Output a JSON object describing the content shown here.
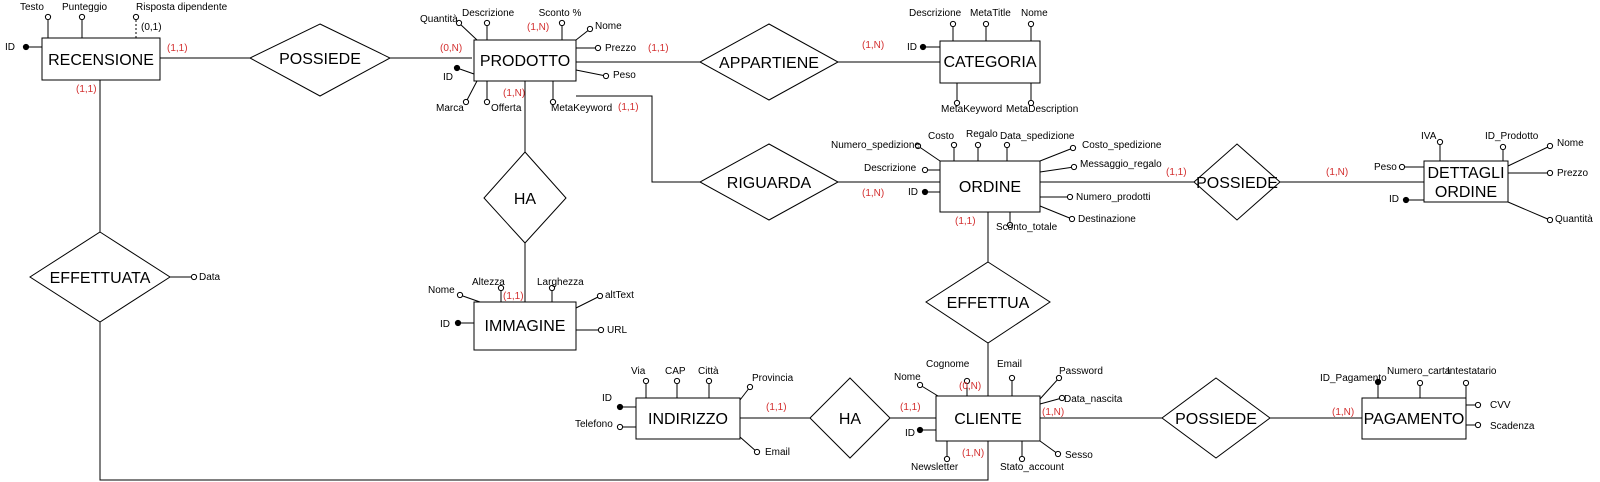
{
  "diagram": {
    "colors": {
      "cardinality": "#d32f2f",
      "line": "#000000"
    },
    "entities": {
      "recensione": "RECENSIONE",
      "prodotto": "PRODOTTO",
      "categoria": "CATEGORIA",
      "ordine": "ORDINE",
      "dettagli": [
        "DETTAGLI",
        "ORDINE"
      ],
      "immagine": "IMMAGINE",
      "indirizzo": "INDIRIZZO",
      "cliente": "CLIENTE",
      "pagamento": "PAGAMENTO"
    },
    "relationships": {
      "possiede_recensione": "POSSIEDE",
      "appartiene": "APPARTIENE",
      "riguarda": "RIGUARDA",
      "possiede_dettagli": "POSSIEDE",
      "ha_immagine": "HA",
      "effettuata": "EFFETTUATA",
      "effettua": "EFFETTUA",
      "ha_indirizzo": "HA",
      "possiede_pagamento": "POSSIEDE"
    },
    "attributes": {
      "recensione": {
        "id": "ID",
        "testo": "Testo",
        "punteggio": "Punteggio",
        "risposta": "Risposta dipendente",
        "risposta_card": "(0,1)"
      },
      "prodotto": {
        "quantita": "Quantità",
        "descrizione": "Descrizione",
        "sconto": "Sconto %",
        "nome": "Nome",
        "prezzo": "Prezzo",
        "peso": "Peso",
        "id": "ID",
        "marca": "Marca",
        "offerta": "Offerta",
        "metakeyword": "MetaKeyword"
      },
      "categoria": {
        "descrizione": "Descrizione",
        "metatitle": "MetaTitle",
        "nome": "Nome",
        "id": "ID",
        "metakeyword": "MetaKeyword",
        "metadescription": "MetaDescription"
      },
      "ordine": {
        "numero_spedizione": "Numero_spedizione",
        "costo": "Costo",
        "regalo": "Regalo",
        "data_spedizione": "Data_spedizione",
        "costo_spedizione": "Costo_spedizione",
        "descrizione": "Descrizione",
        "messaggio_regalo": "Messaggio_regalo",
        "id": "ID",
        "numero_prodotti": "Numero_prodotti",
        "sconto_totale": "Sconto_totale",
        "destinazione": "Destinazione"
      },
      "dettagli": {
        "iva": "IVA",
        "id_prodotto": "ID_Prodotto",
        "nome": "Nome",
        "peso": "Peso",
        "prezzo": "Prezzo",
        "id": "ID",
        "quantita": "Quantità"
      },
      "immagine": {
        "nome": "Nome",
        "altezza": "Altezza",
        "larghezza": "Larghezza",
        "alttext": "altText",
        "id": "ID",
        "url": "URL"
      },
      "indirizzo": {
        "via": "Via",
        "cap": "CAP",
        "citta": "Città",
        "provincia": "Provincia",
        "id": "ID",
        "telefono": "Telefono",
        "email": "Email"
      },
      "cliente": {
        "nome": "Nome",
        "cognome": "Cognome",
        "email": "Email",
        "password": "Password",
        "data_nascita": "Data_nascita",
        "id": "ID",
        "newsletter": "Newsletter",
        "stato_account": "Stato_account",
        "sesso": "Sesso"
      },
      "pagamento": {
        "id_pagamento": "ID_Pagamento",
        "numero_carta": "Numero_carta",
        "intestatario": "Intestatario",
        "cvv": "CVV",
        "scadenza": "Scadenza"
      },
      "effettuata": {
        "data": "Data"
      }
    },
    "cardinalities": {
      "recensione_possiede": "(1,1)",
      "prodotto_possiede": "(0,N)",
      "prodotto_sconto": "(1,N)",
      "prodotto_appartiene": "(1,1)",
      "categoria_appartiene": "(1,N)",
      "prodotto_ha": "(1,N)",
      "prodotto_riguarda": "(1,1)",
      "ordine_riguarda": "(1,N)",
      "ordine_possiede": "(1,1)",
      "dettagli_possiede": "(1,N)",
      "ordine_effettua": "(1,1)",
      "immagine_ha": "(1,1)",
      "recensione_effettuata": "(1,1)",
      "cliente_effettua": "(0,N)",
      "indirizzo_ha": "(1,1)",
      "cliente_ha": "(1,1)",
      "cliente_possiede": "(1,N)",
      "pagamento_possiede": "(1,N)",
      "cliente_effettuata": "(1,N)"
    }
  }
}
